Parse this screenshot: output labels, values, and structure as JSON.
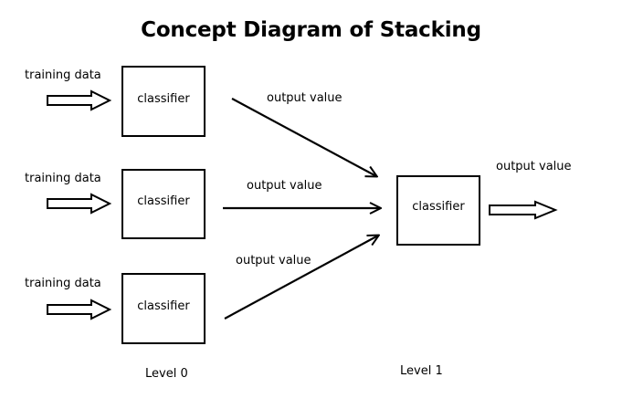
{
  "title": "Concept Diagram of Stacking",
  "level0": {
    "label": "Level 0",
    "inputs": [
      "training data",
      "training data",
      "training data"
    ],
    "classifiers": [
      "classifier",
      "classifier",
      "classifier"
    ]
  },
  "level1": {
    "label": "Level 1",
    "classifier": "classifier"
  },
  "edges": [
    "output value",
    "output value",
    "output value"
  ],
  "final_output": "output value",
  "colors": {
    "stroke": "#000000",
    "background": "#ffffff"
  }
}
